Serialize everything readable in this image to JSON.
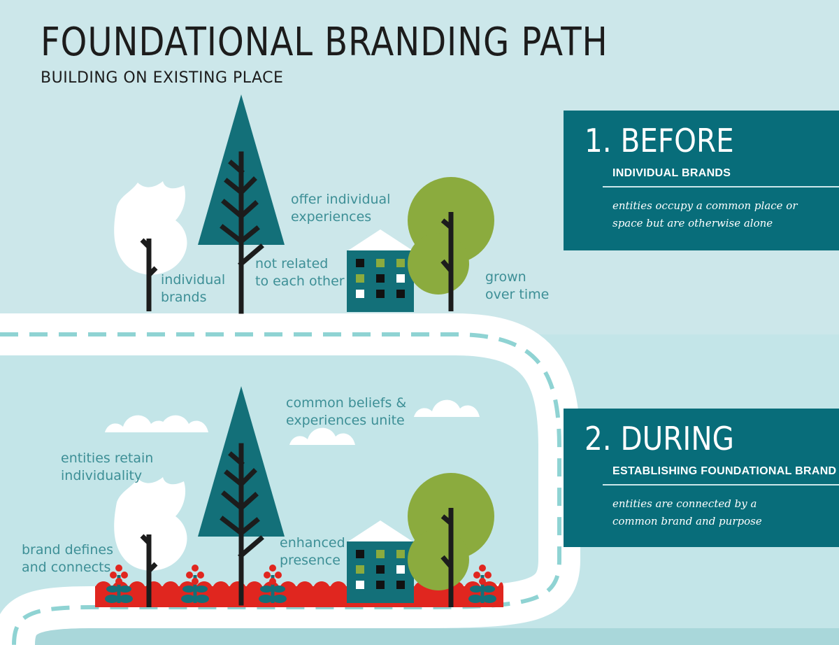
{
  "header": {
    "title": "FOUNDATIONAL BRANDING PATH",
    "subtitle": "BUILDING ON EXISTING PLACE"
  },
  "panels": {
    "before": {
      "number": "1. BEFORE",
      "heading": "INDIVIDUAL BRANDS",
      "line1": "entities occupy a common place or",
      "line2": "space but are otherwise alone"
    },
    "during": {
      "number": "2. DURING",
      "heading": "ESTABLISHING FOUNDATIONAL BRAND",
      "line1": "entities are connected by a",
      "line2": "common brand and purpose"
    }
  },
  "labels": {
    "before": {
      "individual_brands": [
        "individual",
        "brands"
      ],
      "not_related": [
        "not related",
        "to each other"
      ],
      "offer_experiences": [
        "offer individual",
        "experiences"
      ],
      "grown_over_time": [
        "grown",
        "over time"
      ]
    },
    "during": {
      "common_beliefs": [
        "common beliefs &",
        "experiences unite"
      ],
      "retain_individuality": [
        "entities retain",
        "individuality"
      ],
      "brand_defines": [
        "brand defines",
        "and connects"
      ],
      "enhanced_presence": [
        "enhanced",
        "presence"
      ]
    }
  },
  "colors": {
    "background": "#cce7ea",
    "teal_dark": "#086d7a",
    "pine": "#137079",
    "olive": "#8bab3e",
    "red": "#e0261f",
    "white": "#ffffff",
    "trunk": "#1c1c1c",
    "label_text": "#3d8f96",
    "road_dash": "#8fd3d3"
  }
}
